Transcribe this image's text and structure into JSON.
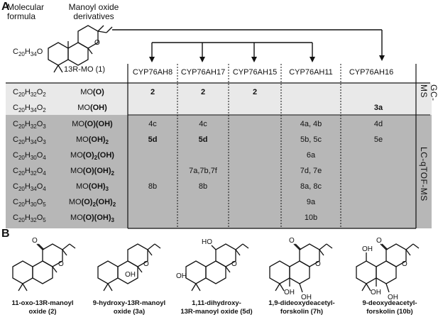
{
  "panels": {
    "a": "A",
    "b": "B"
  },
  "header": {
    "molecular_formula": [
      "Molecular",
      "formula"
    ],
    "derivatives": [
      "Manoyl oxide",
      "derivatives"
    ],
    "parent_formula": {
      "c": "C",
      "cs": "20",
      "h": "H",
      "hs": "34",
      "o": "O"
    },
    "parent_name": "13R-MO (1)"
  },
  "enzymes": [
    "CYP76AH8",
    "CYP76AH17",
    "CYP76AH15",
    "CYP76AH11",
    "CYP76AH16"
  ],
  "methods": [
    "GC-MS",
    "LC-qTOF-MS"
  ],
  "rows": [
    {
      "f": [
        "20",
        "32",
        "2"
      ],
      "mo": "MO(O)",
      "cells": [
        "2",
        "2",
        "2",
        "",
        ""
      ],
      "bold": [
        true,
        true,
        true,
        false,
        false
      ]
    },
    {
      "f": [
        "20",
        "34",
        "2"
      ],
      "mo": "MO(OH)",
      "cells": [
        "",
        "",
        "",
        "",
        "3a"
      ],
      "bold": [
        false,
        false,
        false,
        false,
        true
      ]
    },
    {
      "f": [
        "20",
        "32",
        "3"
      ],
      "mo": "MO(O)(OH)",
      "cells": [
        "4c",
        "4c",
        "",
        "4a, 4b",
        "4d"
      ],
      "bold": [
        false,
        false,
        false,
        false,
        false
      ]
    },
    {
      "f": [
        "20",
        "34",
        "3"
      ],
      "mo": "MO(OH)2",
      "cells": [
        "5d",
        "5d",
        "",
        "5b, 5c",
        "5e"
      ],
      "bold": [
        true,
        true,
        false,
        false,
        false
      ]
    },
    {
      "f": [
        "20",
        "30",
        "4"
      ],
      "mo": "MO(O)2(OH)",
      "cells": [
        "",
        "",
        "",
        "6a",
        ""
      ],
      "bold": [
        false,
        false,
        false,
        false,
        false
      ]
    },
    {
      "f": [
        "20",
        "32",
        "4"
      ],
      "mo": "MO(O)(OH)2",
      "cells": [
        "",
        "7a,7b,7f",
        "",
        "7d, 7e",
        ""
      ],
      "bold": [
        false,
        false,
        false,
        false,
        false
      ]
    },
    {
      "f": [
        "20",
        "34",
        "4"
      ],
      "mo": "MO(OH)3",
      "cells": [
        "8b",
        "8b",
        "",
        "8a, 8c",
        ""
      ],
      "bold": [
        false,
        false,
        false,
        false,
        false
      ]
    },
    {
      "f": [
        "20",
        "30",
        "5"
      ],
      "mo": "MO(O)2(OH)2",
      "cells": [
        "",
        "",
        "",
        "9a",
        ""
      ],
      "bold": [
        false,
        false,
        false,
        false,
        false
      ]
    },
    {
      "f": [
        "20",
        "32",
        "5"
      ],
      "mo": "MO(O)(OH)3",
      "cells": [
        "",
        "",
        "",
        "10b",
        ""
      ],
      "bold": [
        false,
        false,
        false,
        false,
        true
      ]
    }
  ],
  "mo_labels": {
    "r1": {
      "a": "MO",
      "b": "(O)"
    },
    "r2": {
      "a": "MO",
      "b": "(OH)"
    },
    "r3": {
      "a": "MO",
      "b": "(O)(OH)"
    },
    "r4": {
      "a": "MO",
      "b": "(OH)",
      "s": "2"
    },
    "r5": {
      "a": "MO",
      "b": "(O)",
      "s": "2",
      "c": "(OH)"
    },
    "r6": {
      "a": "MO",
      "b": "(O)(OH)",
      "s": "2"
    },
    "r7": {
      "a": "MO",
      "b": "(OH)",
      "s": "3"
    },
    "r8": {
      "a": "MO",
      "b": "(O)",
      "s": "2",
      "c": "(OH)",
      "s2": "2"
    },
    "r9": {
      "a": "MO",
      "b": "(O)(OH)",
      "s": "3"
    }
  },
  "structures": [
    {
      "caption": [
        "11-oxo-13R-manoyl",
        "oxide (2)"
      ],
      "labels": [
        "O",
        "O"
      ]
    },
    {
      "caption": [
        "9-hydroxy-13R-manoyl",
        "oxide (3a)"
      ],
      "labels": [
        "OH",
        "O"
      ]
    },
    {
      "caption": [
        "1,11-dihydroxy-",
        "13R-manoyl oxide (5d)"
      ],
      "labels": [
        "HO",
        "OH",
        "O"
      ]
    },
    {
      "caption": [
        "1,9-dideoxydeacetyl-",
        "forskolin (7h)"
      ],
      "labels": [
        "O",
        "O",
        "OH",
        "OH"
      ]
    },
    {
      "caption": [
        "9-deoxydeacetyl-",
        "forskolin (10b)"
      ],
      "labels": [
        "OH",
        "O",
        "O",
        "OH",
        "OH"
      ]
    }
  ],
  "parent_labels": [
    "O"
  ]
}
